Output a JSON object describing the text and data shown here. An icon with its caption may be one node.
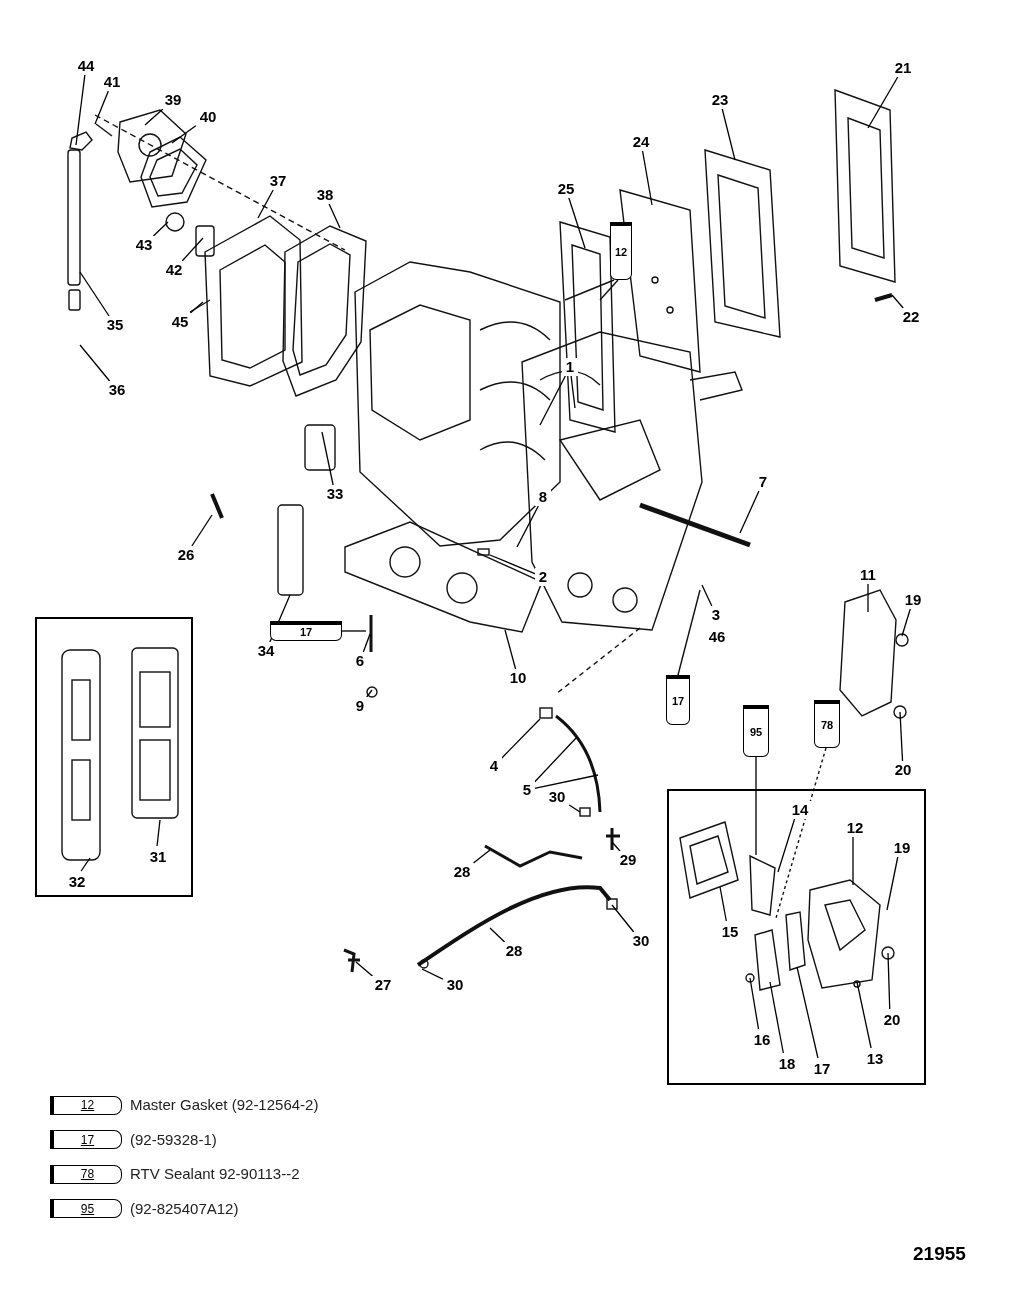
{
  "diagram": {
    "nodes": [
      {
        "text": [],
        "shape": "box"
      },
      {
        "text": [],
        "shape": "box"
      },
      {
        "text": [
          "44"
        ]
      },
      {
        "text": [
          "41"
        ]
      },
      {
        "text": [
          "39"
        ]
      },
      {
        "text": [
          "40"
        ]
      },
      {
        "text": [
          "21"
        ]
      },
      {
        "text": [
          "23"
        ]
      },
      {
        "text": [
          "24"
        ]
      },
      {
        "text": [
          "37"
        ]
      },
      {
        "text": [
          "25"
        ]
      },
      {
        "text": [
          "38"
        ]
      },
      {
        "text": [
          "43"
        ]
      },
      {
        "text": [
          "42"
        ]
      },
      {
        "text": [
          "22"
        ]
      },
      {
        "text": [
          "35"
        ]
      },
      {
        "text": [
          "45"
        ]
      },
      {
        "text": [
          "1"
        ]
      },
      {
        "text": [
          "36"
        ]
      },
      {
        "text": [
          "7"
        ]
      },
      {
        "text": [
          "33"
        ]
      },
      {
        "text": [
          "8"
        ]
      },
      {
        "text": [
          "26"
        ]
      },
      {
        "text": [
          "2"
        ]
      },
      {
        "text": [
          "11"
        ]
      },
      {
        "text": [
          "19"
        ]
      },
      {
        "text": [
          "3"
        ]
      },
      {
        "text": [
          "46"
        ]
      },
      {
        "text": [
          "34"
        ]
      },
      {
        "text": [
          "6"
        ]
      },
      {
        "text": [
          "10"
        ]
      },
      {
        "text": [
          "9"
        ]
      },
      {
        "text": [
          "20"
        ]
      },
      {
        "text": [
          "4"
        ]
      },
      {
        "text": [
          "5"
        ]
      },
      {
        "text": [
          "30"
        ]
      },
      {
        "text": [
          "31"
        ],
        "in": 0
      },
      {
        "text": [
          "32"
        ],
        "in": 0
      },
      {
        "text": [
          "28"
        ]
      },
      {
        "text": [
          "29"
        ]
      },
      {
        "text": [
          "30"
        ]
      },
      {
        "text": [
          "28"
        ]
      },
      {
        "text": [
          "27"
        ]
      },
      {
        "text": [
          "30"
        ]
      },
      {
        "text": [
          "14"
        ],
        "in": 1
      },
      {
        "text": [
          "12"
        ],
        "in": 1
      },
      {
        "text": [
          "19"
        ],
        "in": 1
      },
      {
        "text": [
          "15"
        ],
        "in": 1
      },
      {
        "text": [
          "20"
        ],
        "in": 1
      },
      {
        "text": [
          "16"
        ],
        "in": 1
      },
      {
        "text": [
          "18"
        ],
        "in": 1
      },
      {
        "text": [
          "17"
        ],
        "in": 1
      },
      {
        "text": [
          "13"
        ],
        "in": 1
      }
    ],
    "edges": [
      {
        "from": 2,
        "to": null,
        "arrow": "none"
      },
      {
        "from": 3,
        "to": null,
        "arrow": "none"
      },
      {
        "from": 4,
        "to": null,
        "arrow": "none"
      },
      {
        "from": 5,
        "to": null,
        "arrow": "none"
      },
      {
        "from": 6,
        "to": null,
        "arrow": "none"
      },
      {
        "from": 7,
        "to": null,
        "arrow": "none"
      },
      {
        "from": 8,
        "to": null,
        "arrow": "none"
      },
      {
        "from": 9,
        "to": null,
        "arrow": "none"
      },
      {
        "from": 10,
        "to": null,
        "arrow": "none"
      },
      {
        "from": 11,
        "to": null,
        "arrow": "none"
      },
      {
        "from": 12,
        "to": null,
        "arrow": "none"
      },
      {
        "from": 13,
        "to": null,
        "arrow": "none"
      },
      {
        "from": 14,
        "to": null,
        "arrow": "none"
      },
      {
        "from": 15,
        "to": null,
        "arrow": "none"
      },
      {
        "from": 16,
        "to": null,
        "arrow": "none"
      },
      {
        "from": 17,
        "to": null,
        "arrow": "none"
      },
      {
        "from": 17,
        "to": null,
        "arrow": "none"
      },
      {
        "from": 18,
        "to": null,
        "arrow": "none"
      },
      {
        "from": 19,
        "to": null,
        "arrow": "none"
      },
      {
        "from": 20,
        "to": null,
        "arrow": "none"
      },
      {
        "from": 21,
        "to": null,
        "arrow": "none"
      },
      {
        "from": 22,
        "to": null,
        "arrow": "none"
      },
      {
        "from": 23,
        "to": null,
        "arrow": "none"
      },
      {
        "from": 24,
        "to": null,
        "arrow": "none"
      },
      {
        "from": 25,
        "to": null,
        "arrow": "none"
      },
      {
        "from": 26,
        "to": null,
        "arrow": "none"
      },
      {
        "from": 28,
        "to": null,
        "arrow": "none"
      },
      {
        "from": 29,
        "to": null,
        "arrow": "none"
      },
      {
        "from": 30,
        "to": null,
        "arrow": "none"
      },
      {
        "from": 31,
        "to": null,
        "arrow": "none"
      },
      {
        "from": 32,
        "to": null,
        "arrow": "none"
      },
      {
        "from": 33,
        "to": null,
        "arrow": "none"
      },
      {
        "from": 34,
        "to": null,
        "arrow": "none"
      },
      {
        "from": 34,
        "to": null,
        "arrow": "none"
      },
      {
        "from": 35,
        "to": null,
        "arrow": "none"
      },
      {
        "from": 36,
        "to": null,
        "arrow": "none"
      },
      {
        "from": 37,
        "to": null,
        "arrow": "none"
      },
      {
        "from": 38,
        "to": null,
        "arrow": "none"
      },
      {
        "from": 39,
        "to": null,
        "arrow": "none"
      },
      {
        "from": 40,
        "to": null,
        "arrow": "none"
      },
      {
        "from": 41,
        "to": null,
        "arrow": "none"
      },
      {
        "from": 42,
        "to": null,
        "arrow": "none"
      },
      {
        "from": 43,
        "to": null,
        "arrow": "none"
      },
      {
        "from": 44,
        "to": null,
        "arrow": "none"
      },
      {
        "from": 45,
        "to": null,
        "arrow": "none"
      },
      {
        "from": 46,
        "to": null,
        "arrow": "none"
      },
      {
        "from": 47,
        "to": null,
        "arrow": "none"
      },
      {
        "from": 48,
        "to": null,
        "arrow": "none"
      },
      {
        "from": 49,
        "to": null,
        "arrow": "none"
      },
      {
        "from": 50,
        "to": null,
        "arrow": "none"
      },
      {
        "from": 51,
        "to": null,
        "arrow": "none"
      },
      {
        "from": 52,
        "to": null,
        "arrow": "none"
      }
    ],
    "labels": [
      "12",
      "17",
      "17",
      "95",
      "78",
      "12",
      "17",
      "78",
      "95",
      "21955"
    ],
    "legend": [
      {
        "text": "Master Gasket (92-12564-2)"
      },
      {
        "text": "(92-59328-1)"
      },
      {
        "text": "RTV Sealant 92-90113--2"
      },
      {
        "text": "(92-825407A12)"
      }
    ]
  }
}
